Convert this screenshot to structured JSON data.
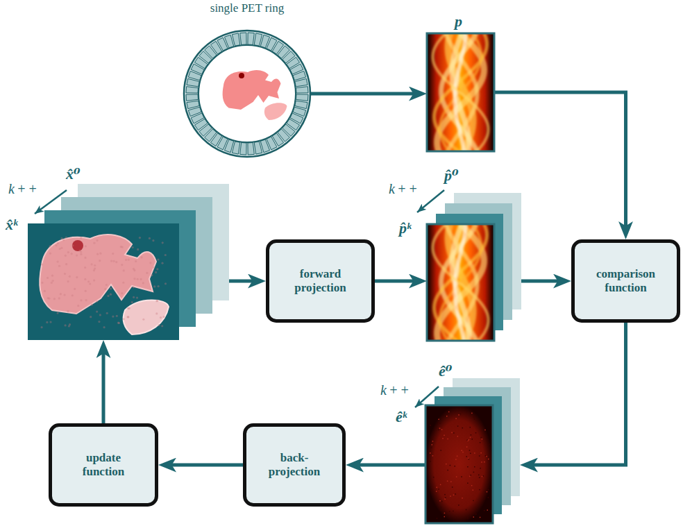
{
  "diagram": {
    "nodes": [
      {
        "text": [
          "single PET ring"
        ]
      },
      {
        "text": [
          "p"
        ]
      },
      {
        "text": [
          "x̂⁰",
          "x̂ᵏ"
        ]
      },
      {
        "text": [
          "forward projection"
        ]
      },
      {
        "text": [
          "p̂⁰",
          "p̂ᵏ"
        ]
      },
      {
        "text": [
          "comparison function"
        ]
      },
      {
        "text": [
          "ê⁰",
          "êᵏ"
        ]
      },
      {
        "text": [
          "back-projection"
        ]
      },
      {
        "text": [
          "update function"
        ]
      }
    ],
    "edges": [
      {
        "from": 0,
        "to": 1,
        "arrow": "to"
      },
      {
        "from": 1,
        "to": 5,
        "arrow": "to"
      },
      {
        "from": 2,
        "to": 3,
        "arrow": "to"
      },
      {
        "from": 3,
        "to": 4,
        "arrow": "to"
      },
      {
        "from": 4,
        "to": 5,
        "arrow": "to"
      },
      {
        "from": 5,
        "to": 6,
        "arrow": "to"
      },
      {
        "from": 6,
        "to": 7,
        "arrow": "to"
      },
      {
        "from": 7,
        "to": 8,
        "arrow": "to"
      },
      {
        "from": 8,
        "to": 2,
        "arrow": "to"
      }
    ],
    "labels": [
      "k++",
      "k++",
      "k++"
    ]
  }
}
